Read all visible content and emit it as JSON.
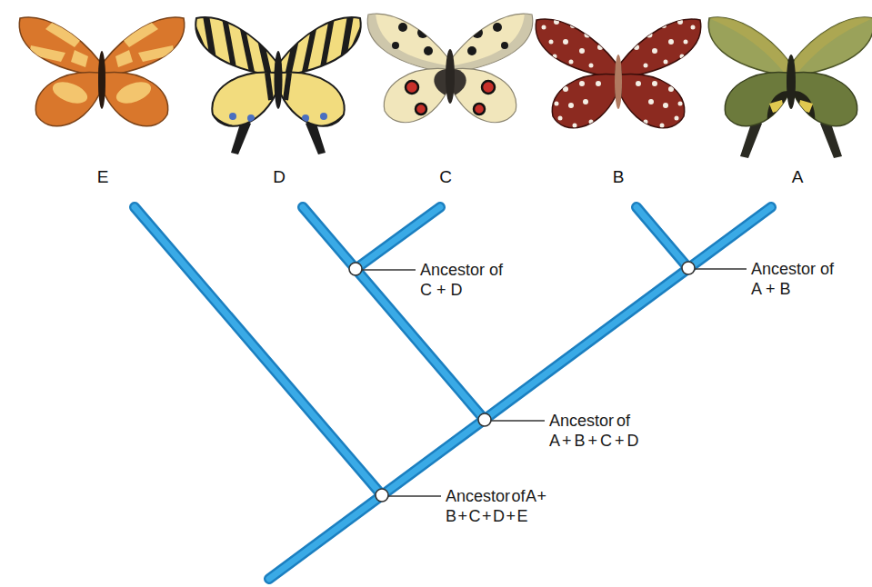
{
  "diagram": {
    "labels": [
      "E",
      "D",
      "C",
      "B",
      "A",
      "Ancestor of C + D",
      "Ancestor of A + B",
      "Ancestor of A + B + C + D",
      "Ancestor of A + B + C + D + E"
    ]
  }
}
